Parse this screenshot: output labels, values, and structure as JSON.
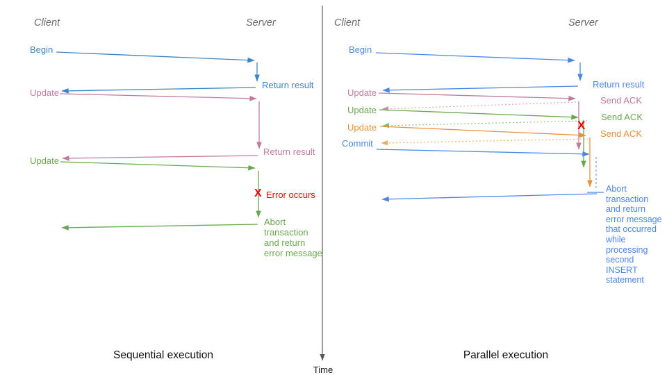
{
  "time_axis": {
    "label": "Time"
  },
  "sequential": {
    "title": "Sequential execution",
    "client": "Client",
    "server": "Server",
    "begin": "Begin",
    "return_result_1": "Return result",
    "update_1": "Update",
    "return_result_2": "Return result",
    "update_2": "Update",
    "error_mark": "X",
    "error_label": "Error occurs",
    "abort_note": "Abort\ntransaction\nand return\nerror message"
  },
  "parallel": {
    "title": "Parallel execution",
    "client": "Client",
    "server": "Server",
    "begin": "Begin",
    "return_result": "Return result",
    "update_1": "Update",
    "send_ack_1": "Send ACK",
    "update_2": "Update",
    "send_ack_2": "Send ACK",
    "update_3": "Update",
    "send_ack_3": "Send ACK",
    "commit": "Commit",
    "error_mark": "X",
    "abort_note": "Abort\ntransaction\nand return\nerror message\nthat occurred\nwhile\nprocessing\nsecond\nINSERT\nstatement"
  },
  "colors": {
    "blue_left": "#3D85C6",
    "blue_right": "#4A86E8",
    "pink": "#C27BA0",
    "pink_light": "#D5A6BD",
    "green": "#6AA84F",
    "green_light": "#93C47D",
    "orange": "#E69138",
    "orange_light": "#F6B26B",
    "error_red": "#EE0000",
    "axis_gray": "#595959",
    "header_gray": "#6B6B6B"
  }
}
